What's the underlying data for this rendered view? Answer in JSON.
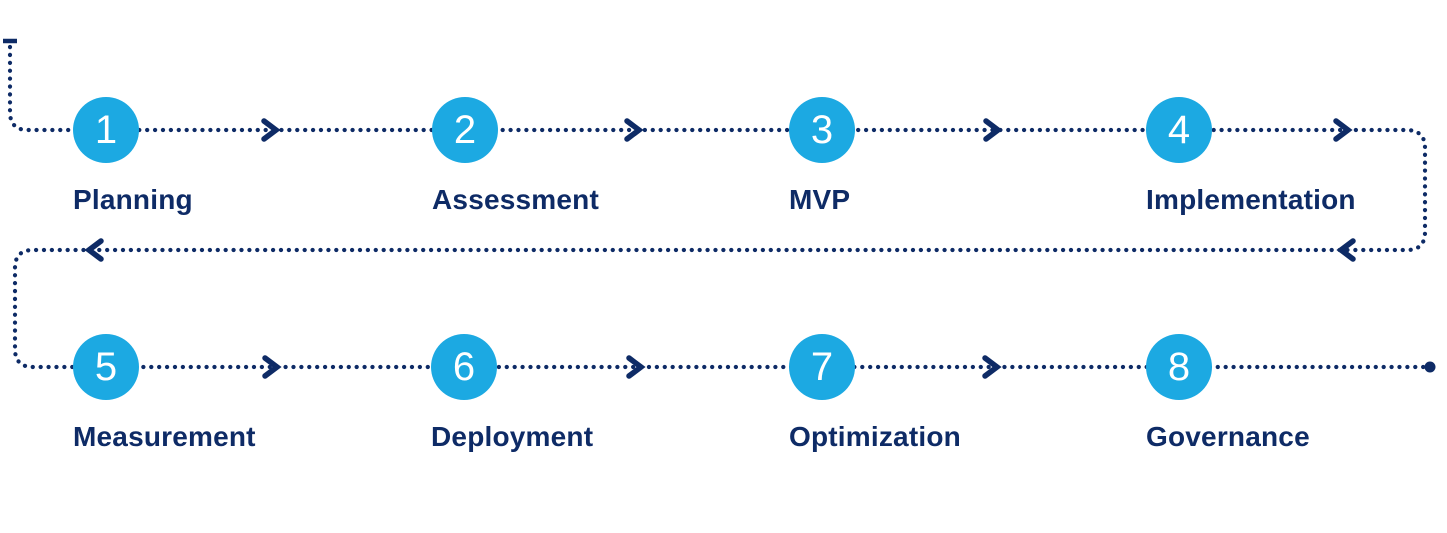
{
  "diagram": {
    "type": "process-flow",
    "rows": 2,
    "steps": [
      {
        "number": "1",
        "label": "Planning"
      },
      {
        "number": "2",
        "label": "Assessment"
      },
      {
        "number": "3",
        "label": "MVP"
      },
      {
        "number": "4",
        "label": "Implementation"
      },
      {
        "number": "5",
        "label": "Measurement"
      },
      {
        "number": "6",
        "label": "Deployment"
      },
      {
        "number": "7",
        "label": "Optimization"
      },
      {
        "number": "8",
        "label": "Governance"
      }
    ],
    "icons": {
      "arrow_right": "chevron-right",
      "arrow_left": "chevron-left",
      "start": "t-cap",
      "end": "dot"
    }
  },
  "colors": {
    "accent": "#1CA9E2",
    "navy": "#0E2B66",
    "number": "#FFFFFF",
    "background": "#FFFFFF"
  }
}
